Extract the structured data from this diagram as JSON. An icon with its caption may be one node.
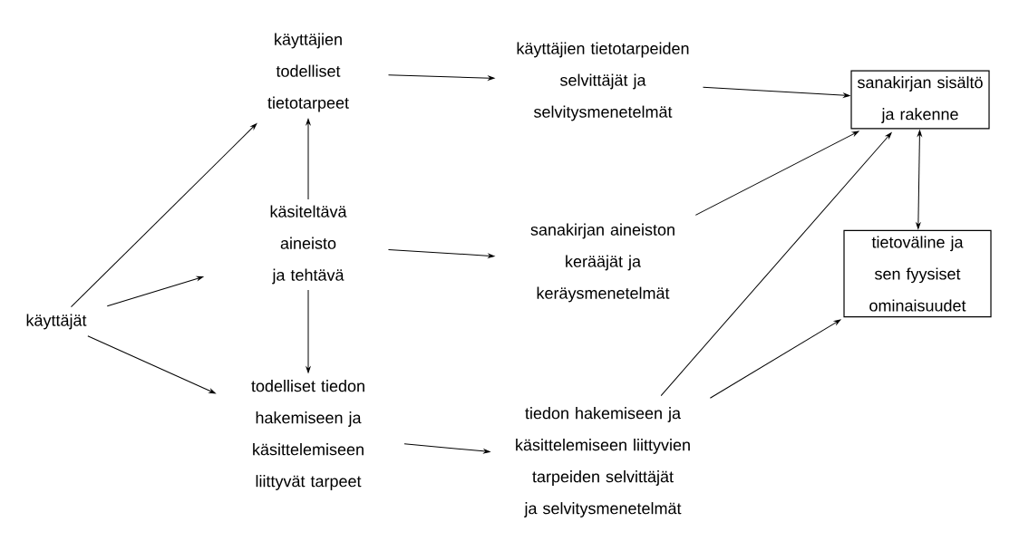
{
  "diagram": {
    "nodes": [
      {
        "text": [
          "käyttäjät"
        ]
      },
      {
        "text": [
          "käyttäjien todelliset tietotarpeet"
        ]
      },
      {
        "text": [
          "käsiteltävä aineisto ja tehtävä"
        ]
      },
      {
        "text": [
          "todelliset tiedon hakemiseen ja käsittelemiseen liittyvät tarpeet"
        ]
      },
      {
        "text": [
          "käyttäjien tietotarpeiden selvittäjät ja selvitysmenetelmät"
        ]
      },
      {
        "text": [
          "sanakirjan aineiston kerääjät ja keräysmenetelmät"
        ]
      },
      {
        "text": [
          "tiedon hakemiseen ja käsittelemiseen liittyvien tarpeiden selvittäjät ja selvitysmenetelmät"
        ]
      },
      {
        "text": [
          "sanakirjan sisältö ja rakenne"
        ]
      },
      {
        "text": [
          "tietoväline ja sen fyysiset ominaisuudet"
        ]
      }
    ],
    "edges": [
      {
        "from": 0,
        "to": 1,
        "arrow": "to"
      },
      {
        "from": 0,
        "to": 2,
        "arrow": "to"
      },
      {
        "from": 0,
        "to": 3,
        "arrow": "to"
      },
      {
        "from": 2,
        "to": 1,
        "arrow": "to"
      },
      {
        "from": 2,
        "to": 3,
        "arrow": "to"
      },
      {
        "from": 1,
        "to": 4,
        "arrow": "to"
      },
      {
        "from": 2,
        "to": 5,
        "arrow": "to"
      },
      {
        "from": 3,
        "to": 6,
        "arrow": "to"
      },
      {
        "from": 4,
        "to": 7,
        "arrow": "to"
      },
      {
        "from": 5,
        "to": 7,
        "arrow": "to"
      },
      {
        "from": 6,
        "to": 7,
        "arrow": "to"
      },
      {
        "from": 6,
        "to": 8,
        "arrow": "to"
      },
      {
        "from": 7,
        "to": 8,
        "arrow": "both"
      }
    ]
  }
}
